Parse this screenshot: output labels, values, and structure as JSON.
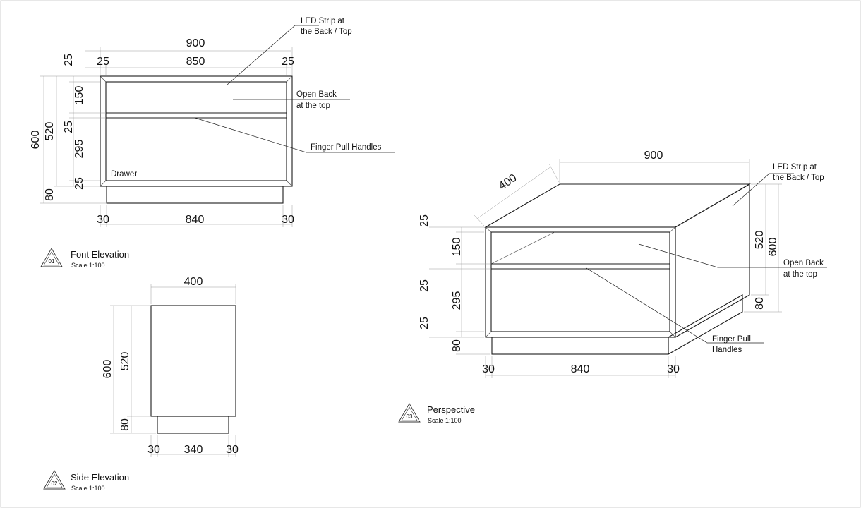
{
  "views": {
    "front": {
      "title": "Font Elevation",
      "scale": "Scale 1:100",
      "tag": "01",
      "dims": {
        "overall_width": "900",
        "inner_width": "850",
        "side_left": "25",
        "side_right": "25",
        "top_panel": "25",
        "height_total": "600",
        "carcass": "520",
        "open_top": "150",
        "shelf": "25",
        "drawer": "295",
        "bottom_panel": "25",
        "plinth": "80",
        "plinth_offset_left": "30",
        "plinth_width": "840",
        "plinth_offset_right": "30"
      },
      "labels": {
        "led": [
          "LED Strip at",
          "the Back / Top"
        ],
        "open": [
          "Open Back",
          "at the top"
        ],
        "finger": "Finger Pull Handles",
        "drawer": "Drawer"
      }
    },
    "side": {
      "title": "Side Elevation",
      "scale": "Scale 1:100",
      "tag": "02",
      "dims": {
        "depth": "400",
        "height_total": "600",
        "carcass": "520",
        "plinth": "80",
        "plinth_offset_left": "30",
        "plinth_width": "340",
        "plinth_offset_right": "30"
      }
    },
    "perspective": {
      "title": "Perspective",
      "scale": "Scale 1:100",
      "tag": "03",
      "dims": {
        "width": "900",
        "depth": "400",
        "top_panel": "25",
        "open_top": "150",
        "shelf": "25",
        "drawer": "295",
        "bottom_panel": "25",
        "plinth": "80",
        "carcass": "520",
        "height_total": "600",
        "plinth_right": "80",
        "plinth_offset_left": "30",
        "plinth_width": "840",
        "plinth_offset_right": "30"
      },
      "labels": {
        "led": [
          "LED Strip at",
          "the Back / Top"
        ],
        "open": [
          "Open Back",
          "at the top"
        ],
        "finger": [
          "Finger Pull",
          "Handles"
        ]
      }
    }
  }
}
